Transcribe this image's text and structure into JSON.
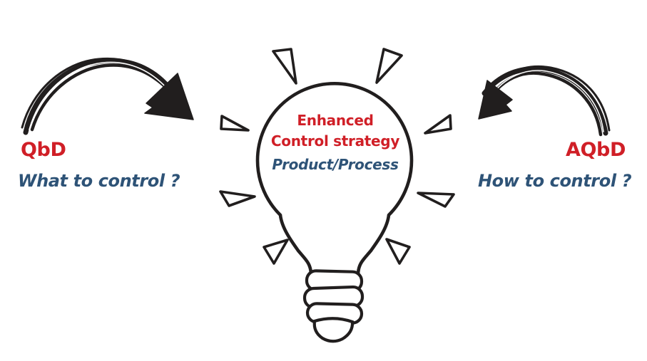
{
  "colors": {
    "red": "#d01f27",
    "blue": "#2e5377",
    "ink": "#211e1e",
    "background": "#ffffff"
  },
  "left": {
    "acronym": "QbD",
    "question": "What to control ?"
  },
  "right": {
    "acronym": "AQbD",
    "question": "How to control ?"
  },
  "bulb": {
    "title_line1": "Enhanced",
    "title_line2": "Control strategy",
    "subtitle": "Product/Process"
  },
  "icons": {
    "lightbulb-icon": "hand-drawn outline bulb with screw base",
    "light-ray-icon": "hollow triangle ray (8 around bulb)",
    "curved-arrow-left-icon": "sketchy curved arrow pointing down-right toward bulb",
    "curved-arrow-right-icon": "sketchy curved arrow pointing down-left toward bulb"
  }
}
